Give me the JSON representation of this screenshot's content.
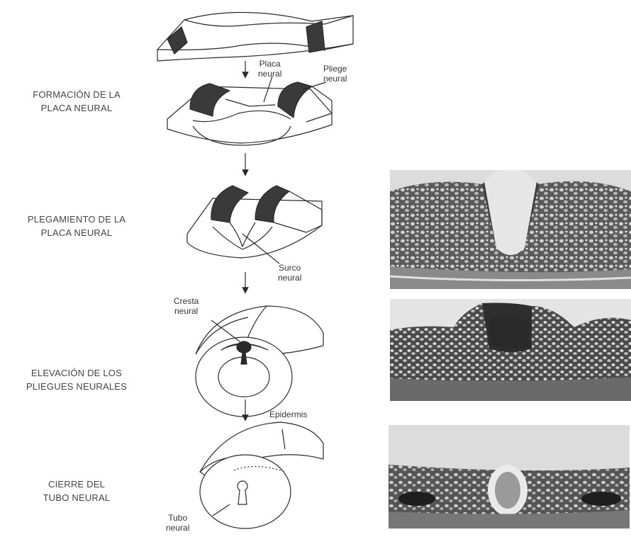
{
  "stages": [
    {
      "id": "formation",
      "lines": [
        "FORMACIÓN DE LA",
        "PLACA NEURAL"
      ]
    },
    {
      "id": "folding",
      "lines": [
        "PLEGAMIENTO DE LA",
        "PLACA NEURAL"
      ]
    },
    {
      "id": "elevation",
      "lines": [
        "ELEVACIÓN DE LOS",
        "PLIEGUES NEURALES"
      ]
    },
    {
      "id": "closure",
      "lines": [
        "CIERRE DEL",
        "TUBO NEURAL"
      ]
    }
  ],
  "callouts": {
    "placa_neural": [
      "Placa",
      "neural"
    ],
    "pliege_neural": [
      "Pliege",
      "neural"
    ],
    "surco_neural": [
      "Surco",
      "neural"
    ],
    "cresta_neural": [
      "Cresta",
      "neural"
    ],
    "epidermis": [
      "Epidermis"
    ],
    "tubo_neural": [
      "Tubo",
      "neural"
    ]
  },
  "colors": {
    "line": "#2a2a2a",
    "fold_fill": "#3a3a3a",
    "photo_dark": "#3c3c3c",
    "photo_light": "#e8e8e8"
  },
  "photos": [
    {
      "id": "sem-folding",
      "depicts": "scanning electron micrograph of neural groove"
    },
    {
      "id": "sem-elevation",
      "depicts": "scanning electron micrograph of elevated neural folds"
    },
    {
      "id": "sem-closure",
      "depicts": "scanning electron micrograph of closed neural tube"
    }
  ]
}
